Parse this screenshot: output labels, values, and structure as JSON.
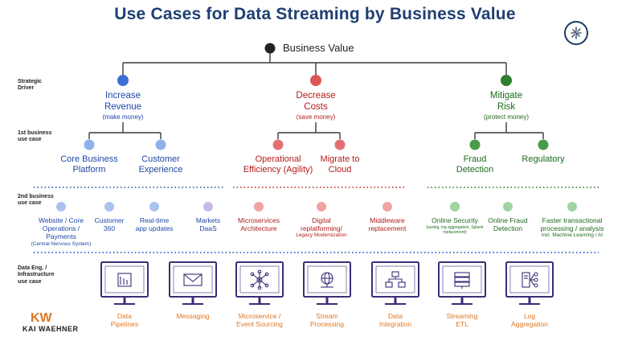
{
  "title": "Use Cases for Data Streaming by Business Value",
  "root": "Business Value",
  "levels": {
    "strategic": [
      "Strategic",
      "Driver"
    ],
    "first": [
      "1st business",
      "use case"
    ],
    "second": [
      "2nd business",
      "use case"
    ],
    "infra": [
      "Data Eng. /",
      "Infrastructure",
      "use case"
    ]
  },
  "colors": {
    "blue": "#1f47a6",
    "red": "#b31b1b",
    "green": "#1e6b1e",
    "orange": "#e07722",
    "blue_dot": "#3b6fd6",
    "red_dot": "#dc5656",
    "green_dot": "#2f7d2f",
    "blue_sub": "#a9c3ef",
    "red_sub": "#f0a3a3",
    "green_sub": "#9fd39f",
    "purple_sub": "#c9b8e8",
    "monitor": "#3e2c78",
    "title": "#1f3f73"
  },
  "drivers": [
    {
      "name": [
        "Increase",
        "Revenue"
      ],
      "sub": "(make money)"
    },
    {
      "name": [
        "Decrease",
        "Costs"
      ],
      "sub": "(save money)"
    },
    {
      "name": [
        "Mitigate",
        "Risk"
      ],
      "sub": "(protect money)"
    }
  ],
  "first_use_cases": [
    [
      "Core Business",
      "Platform"
    ],
    [
      "Customer",
      "Experience"
    ],
    [
      "Operational",
      "Efficiency (Agility)"
    ],
    [
      "Migrate to",
      "Cloud"
    ],
    [
      "Fraud",
      "Detection"
    ],
    [
      "Regulatory"
    ]
  ],
  "second_use_cases": [
    {
      "lines": [
        "Website / Core",
        "Operations /",
        "Payments"
      ],
      "note": "(Central Nervous System)"
    },
    {
      "lines": [
        "Customer",
        "360"
      ],
      "note": ""
    },
    {
      "lines": [
        "Real-time",
        "app updates"
      ],
      "note": ""
    },
    {
      "lines": [
        "Markets",
        "DaaS"
      ],
      "note": ""
    },
    {
      "lines": [
        "Microservices",
        "Architecture"
      ],
      "note": ""
    },
    {
      "lines": [
        "Digital",
        "replatforming/"
      ],
      "note": "Legacy Modernization"
    },
    {
      "lines": [
        "Middleware",
        "replacement"
      ],
      "note": ""
    },
    {
      "lines": [
        "Online Security"
      ],
      "note": "(syslog, log aggregation, Splunk replacement)"
    },
    {
      "lines": [
        "Online Fraud",
        "Detection"
      ],
      "note": ""
    },
    {
      "lines": [
        "Faster transactional",
        "processing / analysis"
      ],
      "note": "incl. Machine Learning / AI"
    }
  ],
  "infra_use_cases": [
    {
      "lines": [
        "Data",
        "Pipelines"
      ],
      "icon": "bar-chart-icon"
    },
    {
      "lines": [
        "Messaging"
      ],
      "icon": "envelope-icon"
    },
    {
      "lines": [
        "Microservice /",
        "Event Sourcing"
      ],
      "icon": "network-hub-icon"
    },
    {
      "lines": [
        "Stream",
        "Processing"
      ],
      "icon": "globe-icon"
    },
    {
      "lines": [
        "Data",
        "Integration"
      ],
      "icon": "connected-nodes-icon"
    },
    {
      "lines": [
        "Streaming",
        "ETL"
      ],
      "icon": "server-stack-icon"
    },
    {
      "lines": [
        "Log",
        "Aggregation"
      ],
      "icon": "server-share-icon"
    }
  ],
  "brand": "KAI WAEHNER",
  "brand_mark": "KW"
}
